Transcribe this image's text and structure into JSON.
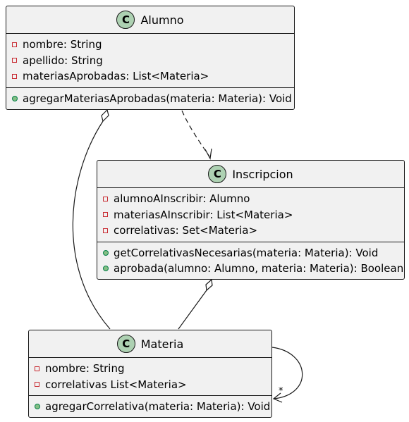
{
  "classes": {
    "alumno": {
      "stereotype": "C",
      "name": "Alumno",
      "attributes": [
        {
          "visibility": "private",
          "text": "nombre: String"
        },
        {
          "visibility": "private",
          "text": "apellido: String"
        },
        {
          "visibility": "private",
          "text": "materiasAprobadas: List<Materia>"
        }
      ],
      "methods": [
        {
          "visibility": "public",
          "text": "agregarMateriasAprobadas(materia: Materia): Void"
        }
      ]
    },
    "inscripcion": {
      "stereotype": "C",
      "name": "Inscripcion",
      "attributes": [
        {
          "visibility": "private",
          "text": "alumnoAInscribir: Alumno"
        },
        {
          "visibility": "private",
          "text": "materiasAInscribir: List<Materia>"
        },
        {
          "visibility": "private",
          "text": "correlativas: Set<Materia>"
        }
      ],
      "methods": [
        {
          "visibility": "public",
          "text": "getCorrelativasNecesarias(materia: Materia): Void"
        },
        {
          "visibility": "public",
          "text": "aprobada(alumno: Alumno, materia: Materia): Boolean"
        }
      ]
    },
    "materia": {
      "stereotype": "C",
      "name": "Materia",
      "attributes": [
        {
          "visibility": "private",
          "text": "nombre: String"
        },
        {
          "visibility": "private",
          "text": "correlativas List<Materia>"
        }
      ],
      "methods": [
        {
          "visibility": "public",
          "text": "agregarCorrelativa(materia: Materia): Void"
        }
      ]
    }
  },
  "relations": [
    {
      "from": "alumno",
      "to": "inscripcion",
      "kind": "dependency"
    },
    {
      "from": "alumno",
      "to": "materia",
      "kind": "aggregation"
    },
    {
      "from": "inscripcion",
      "to": "materia",
      "kind": "aggregation"
    },
    {
      "from": "materia",
      "to": "materia",
      "kind": "association",
      "multiplicity": "*"
    }
  ],
  "colors": {
    "box_fill": "#f1f1f1",
    "border": "#181818",
    "stereotype_fill": "#add1b2",
    "private_marker": "#c82930",
    "public_marker": "#84be84"
  }
}
